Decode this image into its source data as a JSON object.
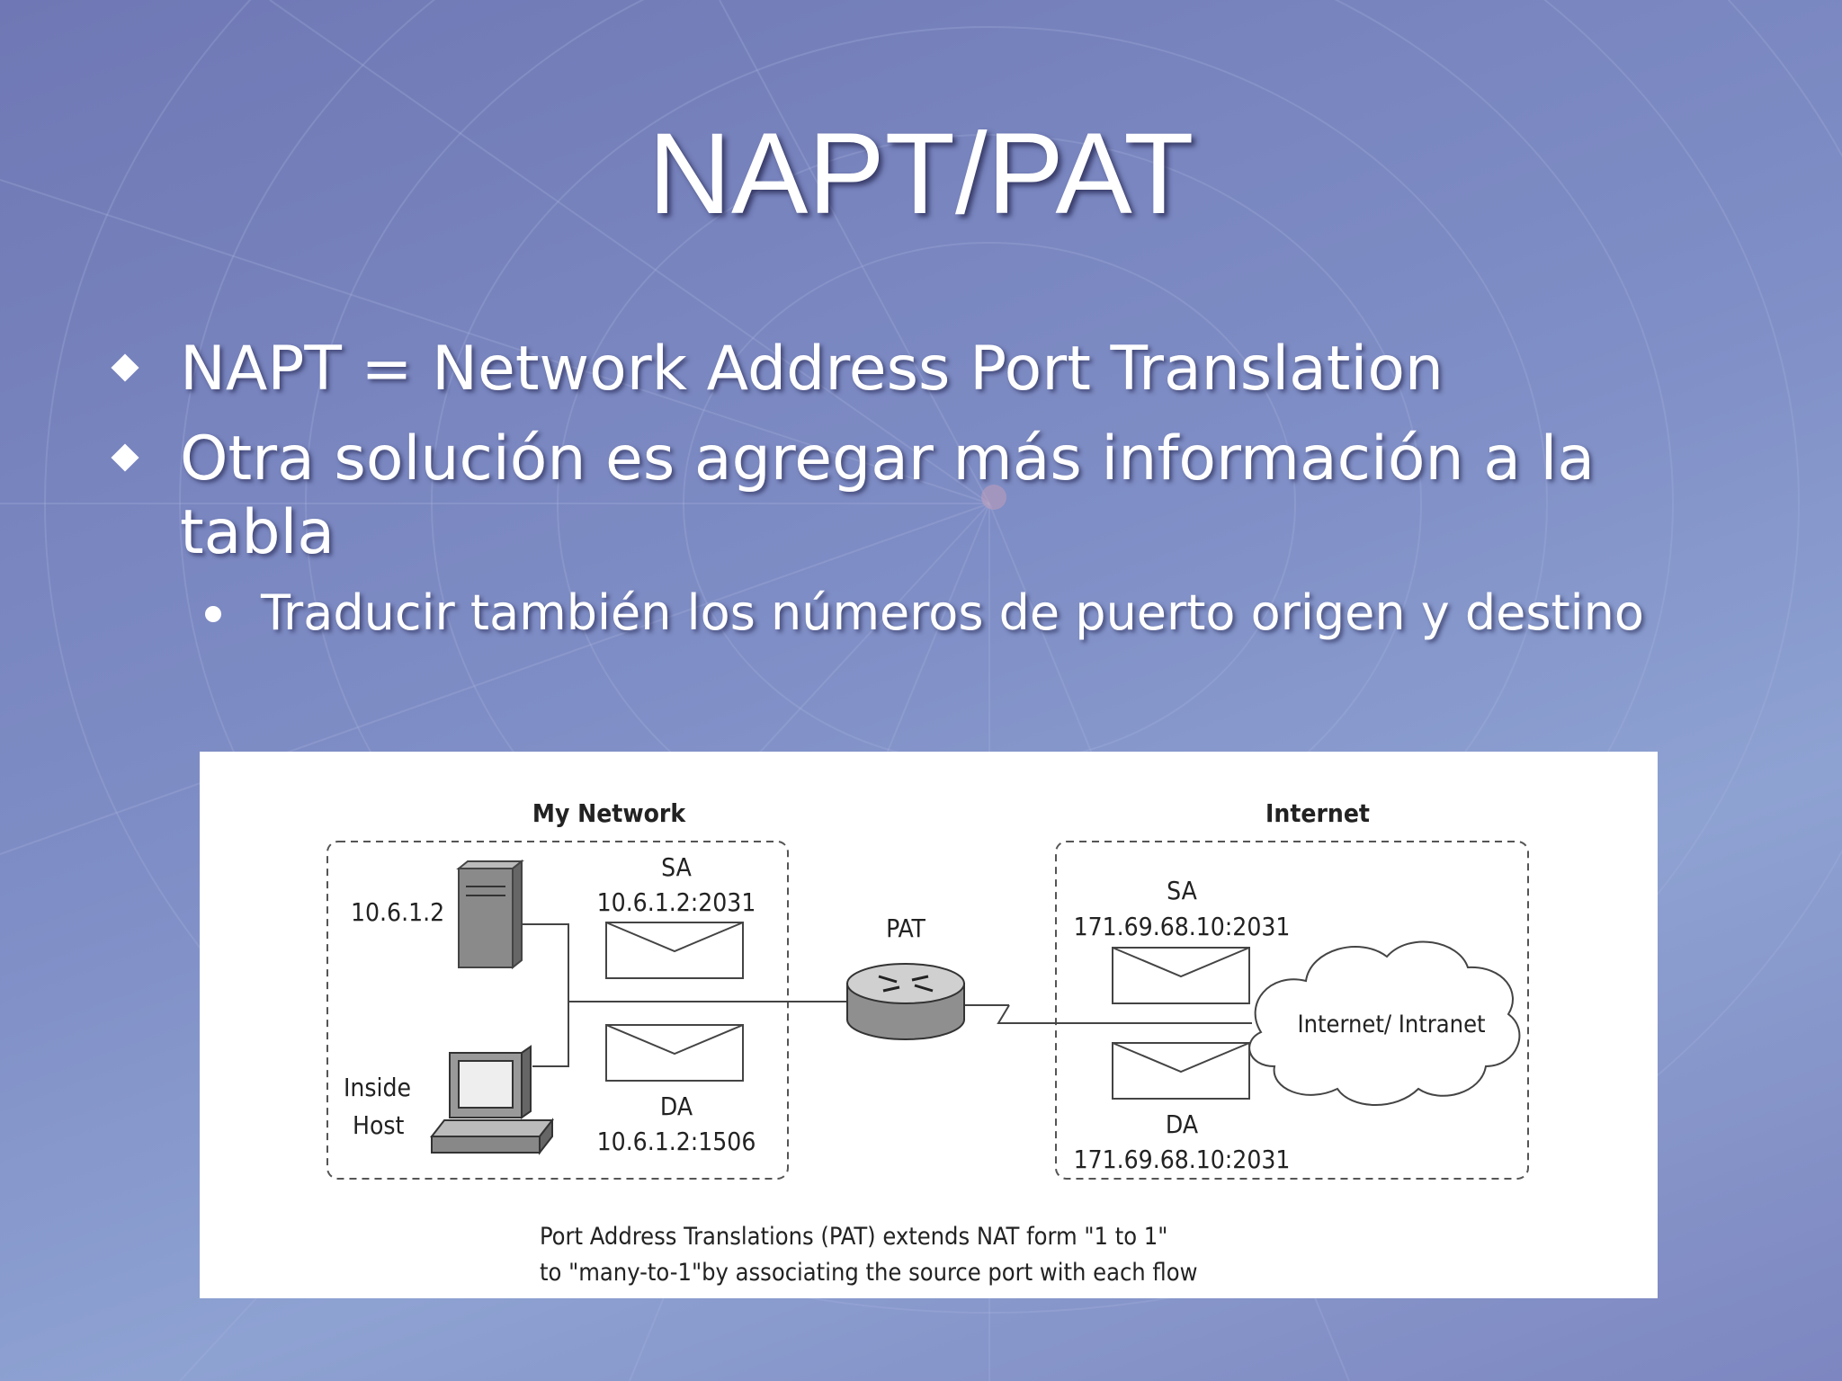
{
  "title": "NAPT/PAT",
  "bullets": [
    {
      "text": "NAPT = Network Address Port Translation"
    },
    {
      "text": "Otra solución es agregar más información a la tabla"
    }
  ],
  "sub_bullets": [
    {
      "text": "Traducir también los números de puerto origen y destino"
    }
  ],
  "figure": {
    "my_network_label": "My Network",
    "internet_label": "Internet",
    "server_ip": "10.6.1.2",
    "inside_host_line1": "Inside",
    "inside_host_line2": "Host",
    "left_sa_label": "SA",
    "left_sa_value": "10.6.1.2:2031",
    "left_da_label": "DA",
    "left_da_value": "10.6.1.2:1506",
    "pat_label": "PAT",
    "right_sa_label": "SA",
    "right_sa_value": "171.69.68.10:2031",
    "right_da_label": "DA",
    "right_da_value": "171.69.68.10:2031",
    "cloud_label": "Internet/ Intranet",
    "caption_line1": "Port Address Translations (PAT)  extends NAT form \"1 to 1\"",
    "caption_line2": "to \"many-to-1\"by associating the source port with each flow"
  },
  "colors": {
    "background": "#7f8ec6",
    "text": "#ffffff",
    "figure_bg": "#ffffff"
  }
}
